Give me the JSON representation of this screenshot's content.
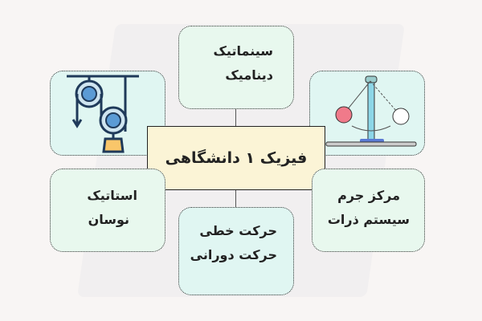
{
  "center": {
    "title": "فیزیک ۱ دانشگاهی"
  },
  "top_center": {
    "line1": "سینماتیک",
    "line2": "دینامیک"
  },
  "bottom_left": {
    "line1": "استاتیک",
    "line2": "نوسان"
  },
  "bottom_center": {
    "line1": "حرکت خطی",
    "line2": "حرکت دورانی"
  },
  "bottom_right": {
    "line1": "مرکز جرم",
    "line2": "سیستم ذرات"
  },
  "images": {
    "left": "pulley-system-icon",
    "right": "pendulum-collision-icon"
  },
  "colors": {
    "center_bg": "#fbf4d6",
    "green_box": "#e8f8ee",
    "cyan_box": "#e0f6f2"
  }
}
